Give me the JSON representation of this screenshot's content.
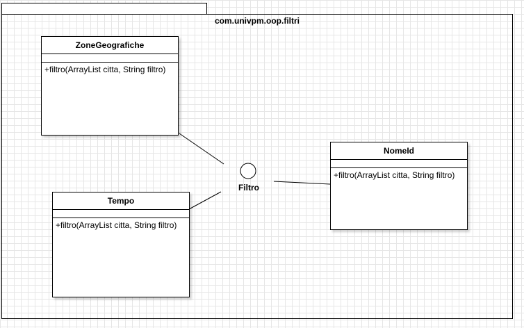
{
  "package": {
    "name": "com.univpm.oop.filtri"
  },
  "interface": {
    "name": "Filtro"
  },
  "classes": [
    {
      "name": "ZoneGeografiche",
      "operations": [
        "+filtro(ArrayList citta, String filtro)"
      ]
    },
    {
      "name": "Tempo",
      "operations": [
        "+filtro(ArrayList citta, String filtro)"
      ]
    },
    {
      "name": "NomeId",
      "operations": [
        "+filtro(ArrayList citta, String filtro)"
      ]
    }
  ]
}
